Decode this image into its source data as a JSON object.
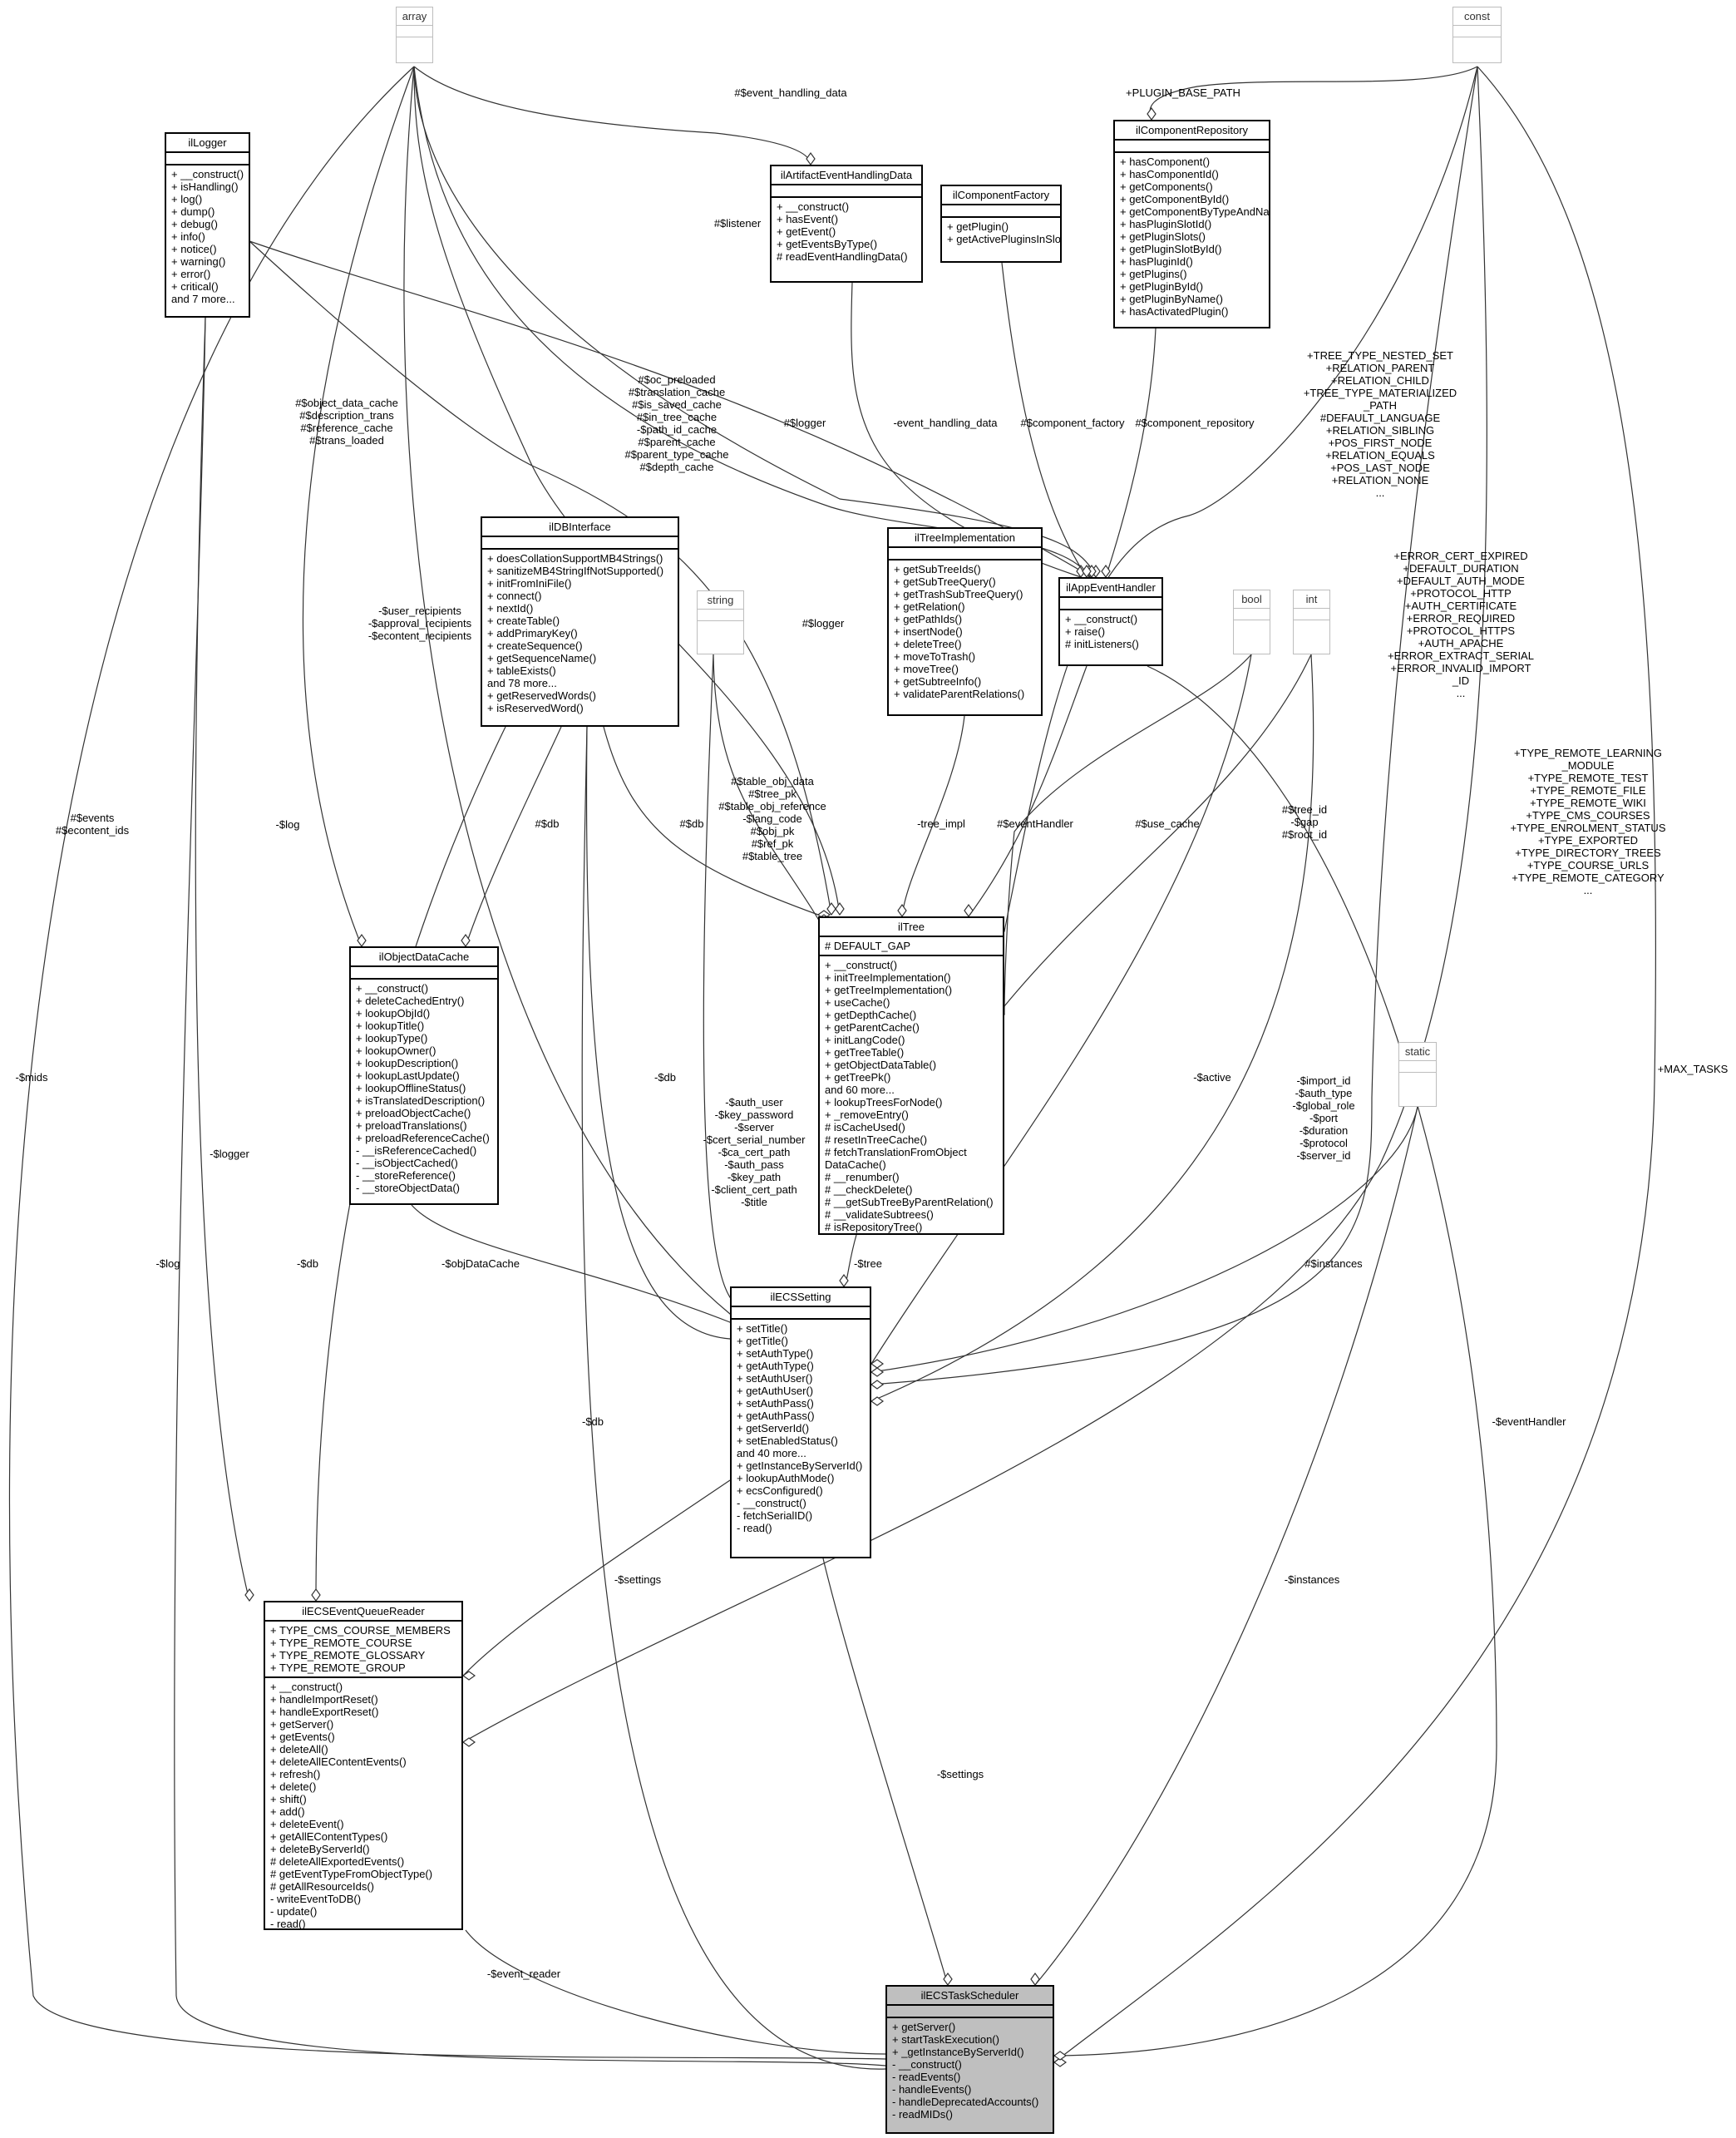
{
  "classes": [
    {
      "id": "array",
      "name": "array",
      "builtin": true,
      "attributes": [],
      "operations": []
    },
    {
      "id": "const",
      "name": "const",
      "builtin": true,
      "attributes": [],
      "operations": []
    },
    {
      "id": "ilLogger",
      "name": "ilLogger",
      "attributes": [],
      "operations": [
        "+ __construct()",
        "+ isHandling()",
        "+ log()",
        "+ dump()",
        "+ debug()",
        "+ info()",
        "+ notice()",
        "+ warning()",
        "+ error()",
        "+ critical()",
        "and 7 more..."
      ]
    },
    {
      "id": "ilArtifactEventHandlingData",
      "name": "ilArtifactEventHandlingData",
      "attributes": [],
      "operations": [
        "+ __construct()",
        "+ hasEvent()",
        "+ getEvent()",
        "+ getEventsByType()",
        "# readEventHandlingData()"
      ]
    },
    {
      "id": "ilComponentFactory",
      "name": "ilComponentFactory",
      "attributes": [],
      "operations": [
        "+ getPlugin()",
        "+ getActivePluginsInSlot()"
      ]
    },
    {
      "id": "ilComponentRepository",
      "name": "ilComponentRepository",
      "attributes": [],
      "operations": [
        "+ hasComponent()",
        "+ hasComponentId()",
        "+ getComponents()",
        "+ getComponentById()",
        "+ getComponentByTypeAndName()",
        "+ hasPluginSlotId()",
        "+ getPluginSlots()",
        "+ getPluginSlotById()",
        "+ hasPluginId()",
        "+ getPlugins()",
        "+ getPluginById()",
        "+ getPluginByName()",
        "+ hasActivatedPlugin()"
      ]
    },
    {
      "id": "ilDBInterface",
      "name": "ilDBInterface",
      "attributes": [],
      "operations": [
        "+ doesCollationSupportMB4Strings()",
        "+ sanitizeMB4StringIfNotSupported()",
        "+ initFromIniFile()",
        "+ connect()",
        "+ nextId()",
        "+ createTable()",
        "+ addPrimaryKey()",
        "+ createSequence()",
        "+ getSequenceName()",
        "+ tableExists()",
        "and 78 more...",
        "+ getReservedWords()",
        "+ isReservedWord()"
      ]
    },
    {
      "id": "string",
      "name": "string",
      "builtin": true,
      "attributes": [],
      "operations": []
    },
    {
      "id": "ilTreeImplementation",
      "name": "ilTreeImplementation",
      "attributes": [],
      "operations": [
        "+ getSubTreeIds()",
        "+ getSubTreeQuery()",
        "+ getTrashSubTreeQuery()",
        "+ getRelation()",
        "+ getPathIds()",
        "+ insertNode()",
        "+ deleteTree()",
        "+ moveToTrash()",
        "+ moveTree()",
        "+ getSubtreeInfo()",
        "+ validateParentRelations()"
      ]
    },
    {
      "id": "ilAppEventHandler",
      "name": "ilAppEventHandler",
      "attributes": [],
      "operations": [
        "+ __construct()",
        "+ raise()",
        "# initListeners()"
      ]
    },
    {
      "id": "bool",
      "name": "bool",
      "builtin": true,
      "attributes": [],
      "operations": []
    },
    {
      "id": "int",
      "name": "int",
      "builtin": true,
      "attributes": [],
      "operations": []
    },
    {
      "id": "static",
      "name": "static",
      "builtin": true,
      "attributes": [],
      "operations": []
    },
    {
      "id": "ilObjectDataCache",
      "name": "ilObjectDataCache",
      "attributes": [],
      "operations": [
        "+ __construct()",
        "+ deleteCachedEntry()",
        "+ lookupObjId()",
        "+ lookupTitle()",
        "+ lookupType()",
        "+ lookupOwner()",
        "+ lookupDescription()",
        "+ lookupLastUpdate()",
        "+ lookupOfflineStatus()",
        "+ isTranslatedDescription()",
        "+ preloadObjectCache()",
        "+ preloadTranslations()",
        "+ preloadReferenceCache()",
        "- __isReferenceCached()",
        "- __isObjectCached()",
        "- __storeReference()",
        "- __storeObjectData()"
      ]
    },
    {
      "id": "ilTree",
      "name": "ilTree",
      "attributes": [
        "# DEFAULT_GAP"
      ],
      "operations": [
        "+ __construct()",
        "+ initTreeImplementation()",
        "+ getTreeImplementation()",
        "+ useCache()",
        "+ getDepthCache()",
        "+ getParentCache()",
        "+ initLangCode()",
        "+ getTreeTable()",
        "+ getObjectDataTable()",
        "+ getTreePk()",
        "and 60 more...",
        "+ lookupTreesForNode()",
        "+ _removeEntry()",
        "# isCacheUsed()",
        "# resetInTreeCache()",
        "# fetchTranslationFromObject",
        "DataCache()",
        "# __renumber()",
        "# __checkDelete()",
        "# __getSubTreeByParentRelation()",
        "# __validateSubtrees()",
        "# isRepositoryTree()"
      ]
    },
    {
      "id": "ilECSSetting",
      "name": "ilECSSetting",
      "attributes": [],
      "operations": [
        "+ setTitle()",
        "+ getTitle()",
        "+ setAuthType()",
        "+ getAuthType()",
        "+ setAuthUser()",
        "+ getAuthUser()",
        "+ setAuthPass()",
        "+ getAuthPass()",
        "+ getServerId()",
        "+ setEnabledStatus()",
        "and 40 more...",
        "+ getInstanceByServerId()",
        "+ lookupAuthMode()",
        "+ ecsConfigured()",
        "- __construct()",
        "- fetchSerialID()",
        "- read()"
      ]
    },
    {
      "id": "ilECSEventQueueReader",
      "name": "ilECSEventQueueReader",
      "attributes": [
        "+ TYPE_CMS_COURSE_MEMBERS",
        "+ TYPE_REMOTE_COURSE",
        "+ TYPE_REMOTE_GLOSSARY",
        "+ TYPE_REMOTE_GROUP"
      ],
      "operations": [
        "+ __construct()",
        "+ handleImportReset()",
        "+ handleExportReset()",
        "+ getServer()",
        "+ getEvents()",
        "+ deleteAll()",
        "+ deleteAllEContentEvents()",
        "+ refresh()",
        "+ delete()",
        "+ shift()",
        "+ add()",
        "+ deleteEvent()",
        "+ getAllEContentTypes()",
        "+ deleteByServerId()",
        "# deleteAllExportedEvents()",
        "# getEventTypeFromObjectType()",
        "# getAllResourceIds()",
        "- writeEventToDB()",
        "- update()",
        "- read()"
      ]
    },
    {
      "id": "ilECSTaskScheduler",
      "name": "ilECSTaskScheduler",
      "focus": true,
      "attributes": [],
      "operations": [
        "+ getServer()",
        "+ startTaskExecution()",
        "+ _getInstanceByServerId()",
        "- __construct()",
        "- readEvents()",
        "- handleEvents()",
        "- handleDeprecatedAccounts()",
        "- readMIDs()"
      ]
    }
  ],
  "labels": {
    "event_handling_data_top": [
      "#$event_handling_data"
    ],
    "plugin_base_path": [
      "+PLUGIN_BASE_PATH"
    ],
    "listener": [
      "#$listener"
    ],
    "logger_apph": [
      "#$logger"
    ],
    "event_handling_data": [
      "-event_handling_data"
    ],
    "component_factory": [
      "#$component_factory"
    ],
    "component_repository": [
      "#$component_repository"
    ],
    "tree_consts": [
      "+TREE_TYPE_NESTED_SET",
      "+RELATION_PARENT",
      "+RELATION_CHILD",
      "+TREE_TYPE_MATERIALIZED",
      "_PATH",
      "#DEFAULT_LANGUAGE",
      "+RELATION_SIBLING",
      "+POS_FIRST_NODE",
      "+RELATION_EQUALS",
      "+POS_LAST_NODE",
      "+RELATION_NONE",
      "..."
    ],
    "object_data_cache": [
      "#$object_data_cache",
      "#$description_trans",
      "#$reference_cache",
      "#$trans_loaded"
    ],
    "tree_caches": [
      "#$oc_preloaded",
      "#$translation_cache",
      "#$is_saved_cache",
      "#$in_tree_cache",
      "-$path_id_cache",
      "#$parent_cache",
      "#$parent_type_cache",
      "#$depth_cache"
    ],
    "recipients": [
      "-$user_recipients",
      "-$approval_recipients",
      "-$econtent_recipients"
    ],
    "logger_tree": [
      "#$logger"
    ],
    "setting_consts": [
      "+ERROR_CERT_EXPIRED",
      "+DEFAULT_DURATION",
      "+DEFAULT_AUTH_MODE",
      "+PROTOCOL_HTTP",
      "+AUTH_CERTIFICATE",
      "+ERROR_REQUIRED",
      "+PROTOCOL_HTTPS",
      "+AUTH_APACHE",
      "+ERROR_EXTRACT_SERIAL",
      "+ERROR_INVALID_IMPORT",
      "_ID",
      "..."
    ],
    "reader_consts": [
      "+TYPE_REMOTE_LEARNING",
      "_MODULE",
      "+TYPE_REMOTE_TEST",
      "+TYPE_REMOTE_FILE",
      "+TYPE_REMOTE_WIKI",
      "+TYPE_CMS_COURSES",
      "+TYPE_ENROLMENT_STATUS",
      "+TYPE_EXPORTED",
      "+TYPE_DIRECTORY_TREES",
      "+TYPE_COURSE_URLS",
      "+TYPE_REMOTE_CATEGORY",
      "..."
    ],
    "tree_string_attrs": [
      "#$table_obj_data",
      "#$tree_pk",
      "#$table_obj_reference",
      "-$lang_code",
      "#$obj_pk",
      "#$ref_pk",
      "#$table_tree"
    ],
    "events": [
      "#$events",
      "#$econtent_ids"
    ],
    "log_objcache": [
      "-$log"
    ],
    "db_objcache": [
      "#$db"
    ],
    "db_tree": [
      "#$db"
    ],
    "tree_impl": [
      "-tree_impl"
    ],
    "eventHandler_tree": [
      "#$eventHandler"
    ],
    "use_cache": [
      "#$use_cache"
    ],
    "tree_ids": [
      "#$tree_id",
      "-$gap",
      "#$root_id"
    ],
    "mids": [
      "-$mids"
    ],
    "max_tasks": [
      "+MAX_TASKS"
    ],
    "auth_strings": [
      "-$auth_user",
      "-$key_password",
      "-$server",
      "-$cert_serial_number",
      "-$ca_cert_path",
      "-$auth_pass",
      "-$key_path",
      "-$client_cert_path",
      "-$title"
    ],
    "db_setting": [
      "-$db"
    ],
    "active": [
      "-$active"
    ],
    "setting_ints": [
      "-$import_id",
      "-$auth_type",
      "-$global_role",
      "-$port",
      "-$duration",
      "-$protocol",
      "-$server_id"
    ],
    "logger_reader": [
      "-$logger"
    ],
    "db_reader": [
      "-$db"
    ],
    "objDataCache": [
      "-$objDataCache"
    ],
    "tree_setting": [
      "-$tree"
    ],
    "instances_setting": [
      "#$instances"
    ],
    "log_sched": [
      "-$log"
    ],
    "db_sched": [
      "-$db"
    ],
    "eventHandler_sched": [
      "-$eventHandler"
    ],
    "settings_reader": [
      "-$settings"
    ],
    "instances_sched": [
      "-$instances"
    ],
    "settings_sched": [
      "-$settings"
    ],
    "event_reader": [
      "-$event_reader"
    ]
  },
  "colors": {
    "line": "#333333",
    "box_border": "#000000",
    "builtin_border": "#bdbdbd",
    "focus_fill": "#bfbfbf"
  }
}
